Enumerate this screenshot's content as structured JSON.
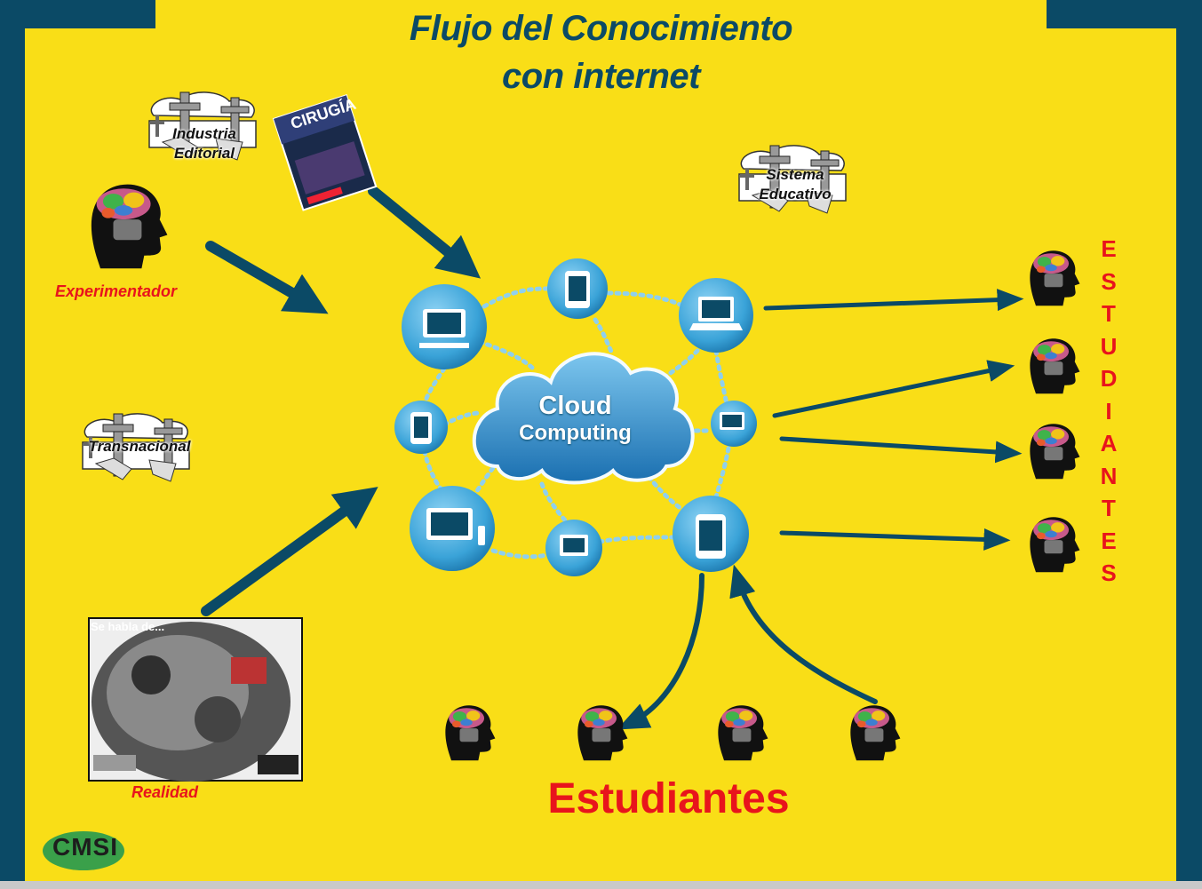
{
  "title": {
    "line1": "Flujo del Conocimiento",
    "line2": "con internet"
  },
  "labels": {
    "industria": "Industria Editorial",
    "sistema": "Sistema Educativo",
    "transnacional": "Transnacional",
    "experimentador": "Experimentador",
    "realidad": "Realidad",
    "estudiantes_bottom": "Estudiantes"
  },
  "cloud": {
    "line1": "Cloud",
    "line2": "Computing"
  },
  "book": {
    "title": "CIRUGÍA"
  },
  "collage": {
    "caption": "Se habla de..."
  },
  "vertical_word": [
    "E",
    "S",
    "T",
    "U",
    "D",
    "I",
    "A",
    "N",
    "T",
    "E",
    "S"
  ],
  "logo": "CMSI",
  "colors": {
    "background": "#f9de17",
    "frame": "#0b4a66",
    "accent_red": "#e8141c",
    "node_blue": "#3aa3d8"
  }
}
